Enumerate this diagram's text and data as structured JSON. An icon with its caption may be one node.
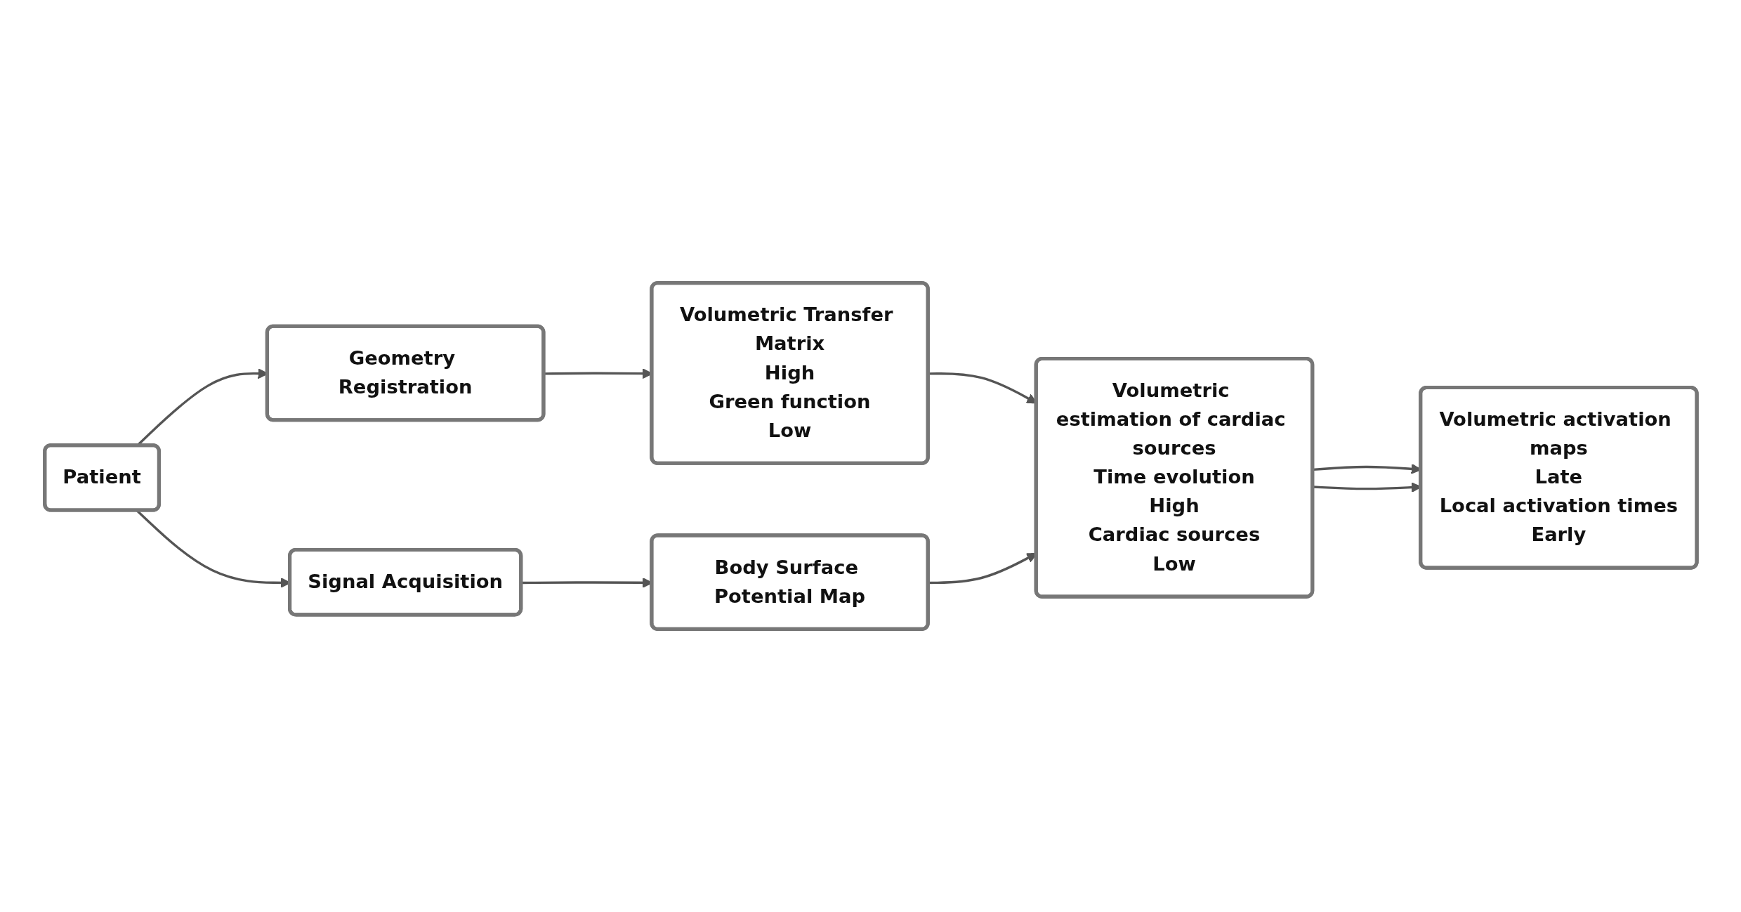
{
  "diagram": {
    "nodes": [
      {
        "text": [
          "Patient"
        ]
      },
      {
        "text": [
          "Geometry Registration"
        ]
      },
      {
        "text": [
          "Signal Acquisition"
        ]
      },
      {
        "text": [
          "Volumetric Transfer Matrix",
          "High",
          "Green function",
          "Low"
        ]
      },
      {
        "text": [
          "Body Surface Potential Map"
        ]
      },
      {
        "text": [
          "Volumetric estimation of cardiac sources",
          "Time evolution",
          "High",
          "Cardiac sources",
          "Low"
        ]
      },
      {
        "text": [
          "Volumetric activation maps",
          "Late",
          "Local activation times",
          "Early"
        ]
      }
    ],
    "edges": [
      {
        "from": 0,
        "to": 1,
        "arrow": "to"
      },
      {
        "from": 0,
        "to": 2,
        "arrow": "to"
      },
      {
        "from": 1,
        "to": 3,
        "arrow": "to"
      },
      {
        "from": 2,
        "to": 4,
        "arrow": "to"
      },
      {
        "from": 3,
        "to": 5,
        "arrow": "to"
      },
      {
        "from": 4,
        "to": 5,
        "arrow": "to"
      },
      {
        "from": 5,
        "to": 6,
        "arrow": "to"
      },
      {
        "from": 5,
        "to": 6,
        "arrow": "to"
      }
    ]
  }
}
